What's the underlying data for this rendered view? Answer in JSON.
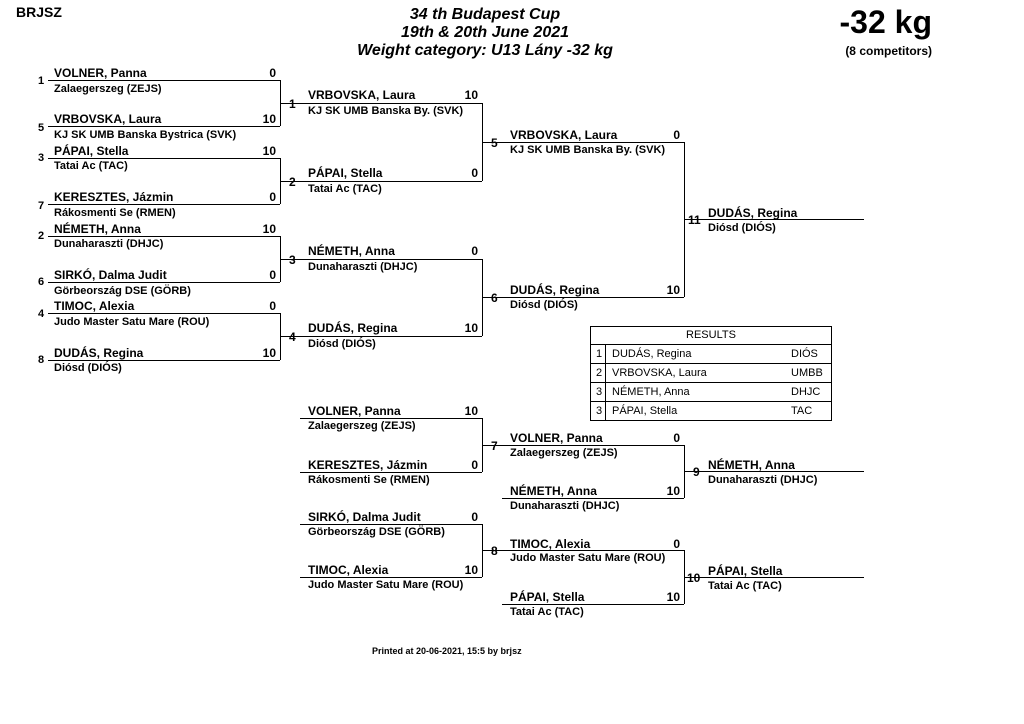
{
  "header": {
    "org": "BRJSZ",
    "title1": "34 th Budapest Cup",
    "title2": "19th & 20th June 2021",
    "title3": "Weight category: U13 Lány -32 kg",
    "weight": "-32 kg",
    "competitors": "(8 competitors)"
  },
  "round1": [
    {
      "seed": "1",
      "name": "VOLNER, Panna",
      "club": "Zalaegerszeg (ZEJS)",
      "score": "0"
    },
    {
      "seed": "5",
      "name": "VRBOVSKA, Laura",
      "club": "KJ SK UMB Banska Bystrica (SVK)",
      "score": "10"
    },
    {
      "seed": "3",
      "name": "PÁPAI, Stella",
      "club": "Tatai Ac (TAC)",
      "score": "10"
    },
    {
      "seed": "7",
      "name": "KERESZTES, Jázmin",
      "club": "Rákosmenti Se (RMEN)",
      "score": "0"
    },
    {
      "seed": "2",
      "name": "NÉMETH, Anna",
      "club": "Dunaharaszti (DHJC)",
      "score": "10"
    },
    {
      "seed": "6",
      "name": "SIRKÓ, Dalma Judit",
      "club": "Görbeország DSE (GÖRB)",
      "score": "0"
    },
    {
      "seed": "4",
      "name": "TIMOC, Alexia",
      "club": "Judo Master Satu Mare (ROU)",
      "score": "0"
    },
    {
      "seed": "8",
      "name": "DUDÁS, Regina",
      "club": "Diósd (DIÓS)",
      "score": "10"
    }
  ],
  "match_numbers": {
    "m1": "1",
    "m2": "2",
    "m3": "3",
    "m4": "4",
    "m5": "5",
    "m6": "6",
    "m7": "7",
    "m8": "8",
    "m9": "9",
    "m10": "10",
    "m11": "11"
  },
  "round2": [
    {
      "name": "VRBOVSKA, Laura",
      "club": "KJ SK UMB Banska By. (SVK)",
      "score": "10"
    },
    {
      "name": "PÁPAI, Stella",
      "club": "Tatai Ac (TAC)",
      "score": "0"
    },
    {
      "name": "NÉMETH, Anna",
      "club": "Dunaharaszti (DHJC)",
      "score": "0"
    },
    {
      "name": "DUDÁS, Regina",
      "club": "Diósd (DIÓS)",
      "score": "10"
    }
  ],
  "round3": [
    {
      "name": "VRBOVSKA, Laura",
      "club": "KJ SK UMB Banska By. (SVK)",
      "score": "0"
    },
    {
      "name": "DUDÁS, Regina",
      "club": "Diósd (DIÓS)",
      "score": "10"
    }
  ],
  "final": {
    "name": "DUDÁS, Regina",
    "club": "Diósd (DIÓS)"
  },
  "repechage": {
    "m7a": {
      "name": "VOLNER, Panna",
      "club": "Zalaegerszeg (ZEJS)",
      "score": "10"
    },
    "m7b": {
      "name": "KERESZTES, Jázmin",
      "club": "Rákosmenti Se (RMEN)",
      "score": "0"
    },
    "m8a": {
      "name": "SIRKÓ, Dalma Judit",
      "club": "Görbeország DSE (GÖRB)",
      "score": "0"
    },
    "m8b": {
      "name": "TIMOC, Alexia",
      "club": "Judo Master Satu Mare (ROU)",
      "score": "10"
    },
    "m9a": {
      "name": "VOLNER, Panna",
      "club": "Zalaegerszeg (ZEJS)",
      "score": "0"
    },
    "m9b": {
      "name": "NÉMETH, Anna",
      "club": "Dunaharaszti (DHJC)",
      "score": "10"
    },
    "m10a": {
      "name": "TIMOC, Alexia",
      "club": "Judo Master Satu Mare (ROU)",
      "score": "0"
    },
    "m10b": {
      "name": "PÁPAI, Stella",
      "club": "Tatai Ac (TAC)",
      "score": "10"
    },
    "w9": {
      "name": "NÉMETH, Anna",
      "club": "Dunaharaszti (DHJC)"
    },
    "w10": {
      "name": "PÁPAI, Stella",
      "club": "Tatai Ac (TAC)"
    }
  },
  "results": {
    "heading": "RESULTS",
    "rows": [
      {
        "place": "1",
        "name": "DUDÁS, Regina",
        "club": "DIÓS"
      },
      {
        "place": "2",
        "name": "VRBOVSKA, Laura",
        "club": "UMBB"
      },
      {
        "place": "3",
        "name": "NÉMETH, Anna",
        "club": "DHJC"
      },
      {
        "place": "3",
        "name": "PÁPAI, Stella",
        "club": "TAC"
      }
    ]
  },
  "footer": "Printed at 20-06-2021, 15:5 by brjsz"
}
